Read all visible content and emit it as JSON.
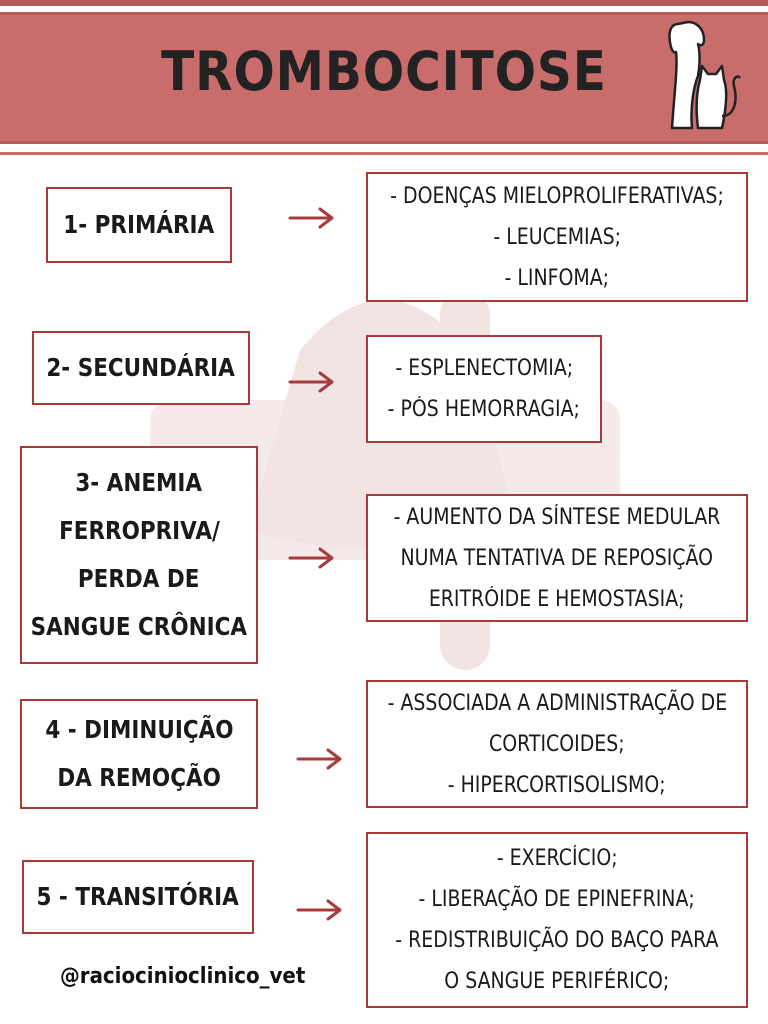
{
  "header": {
    "title": "TROMBOCITOSE"
  },
  "items": [
    {
      "label_lines": [
        "1- PRIMÁRIA"
      ],
      "detail_lines": [
        "- DOENÇAS MIELOPROLIFERATIVAS;",
        "- LEUCEMIAS;",
        "- LINFOMA;"
      ]
    },
    {
      "label_lines": [
        "2- SECUNDÁRIA"
      ],
      "detail_lines": [
        "- ESPLENECTOMIA;",
        "- PÓS HEMORRAGIA;"
      ]
    },
    {
      "label_lines": [
        "3- ANEMIA",
        "FERROPRIVA/",
        "PERDA DE",
        "SANGUE CRÔNICA"
      ],
      "detail_lines": [
        "- AUMENTO DA SÍNTESE MEDULAR",
        "NUMA TENTATIVA DE REPOSIÇÃO",
        "ERITRÓIDE E HEMOSTASIA;"
      ]
    },
    {
      "label_lines": [
        "4 - DIMINUIÇÃO",
        "DA REMOÇÃO"
      ],
      "detail_lines": [
        "- ASSOCIADA A ADMINISTRAÇÃO DE",
        "CORTICOIDES;",
        "- HIPERCORTISOLISMO;"
      ]
    },
    {
      "label_lines": [
        "5 - TRANSITÓRIA"
      ],
      "detail_lines": [
        "- EXERCÍCIO;",
        "- LIBERAÇÃO DE EPINEFRINA;",
        "- REDISTRIBUIÇÃO DO BAÇO PARA",
        "O SANGUE PERIFÉRICO;"
      ]
    }
  ],
  "footer": {
    "handle": "@raciocinioclinico_vet"
  },
  "colors": {
    "band": "#c96c6c",
    "border": "#a83a3a",
    "arrow": "#a83a3a",
    "watermark": "#f3e4e4"
  },
  "icons": {
    "logo": "dog-and-cat-logo",
    "arrow": "right-arrow-icon"
  }
}
